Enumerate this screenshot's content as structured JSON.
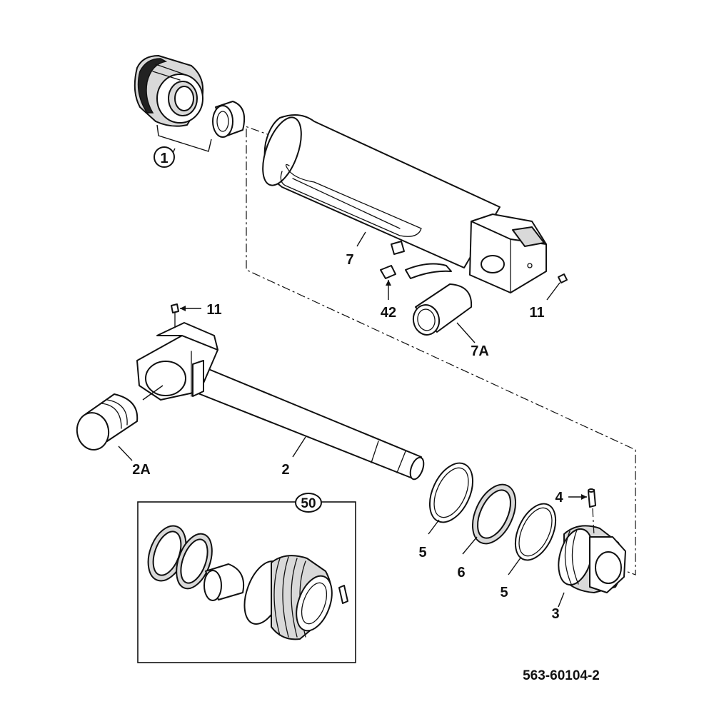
{
  "diagram": {
    "callouts": {
      "c1": "1",
      "c7": "7",
      "c42": "42",
      "c11a": "11",
      "c11b": "11",
      "c7A": "7A",
      "c2A": "2A",
      "c2": "2",
      "c50": "50",
      "c4": "4",
      "c5a": "5",
      "c6": "6",
      "c5b": "5",
      "c3": "3"
    },
    "drawing_number": "563-60104-2"
  }
}
